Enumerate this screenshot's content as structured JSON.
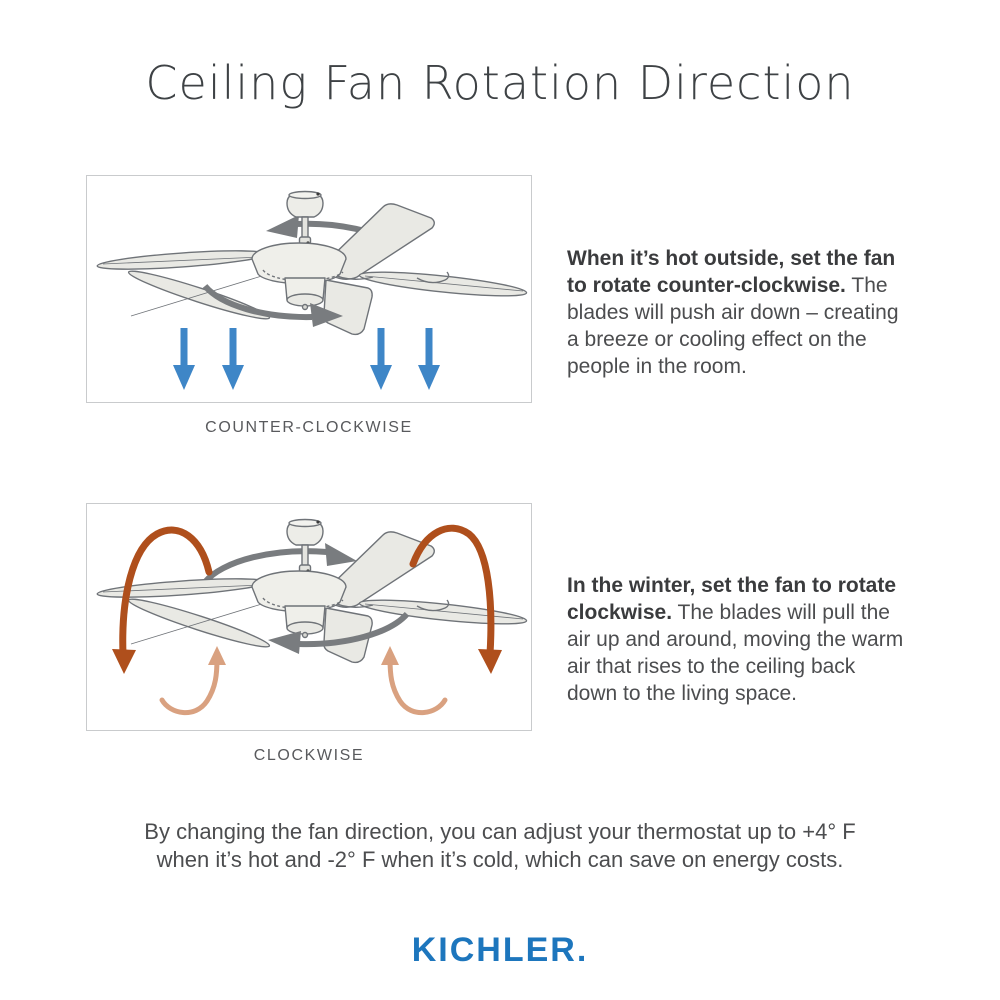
{
  "title": "Ceiling Fan Rotation Direction",
  "diagrams": [
    {
      "label": "COUNTER-CLOCKWISE",
      "heading": "When it’s hot outside, set the fan to rotate counter-clockwise.",
      "body": " The blades will push air down – creating a breeze or cooling effect on the people in the room."
    },
    {
      "label": "CLOCKWISE",
      "heading": "In the winter, set the fan to rotate clockwise.",
      "body": " The blades will pull the air up and around, moving the warm air that rises to the ceiling back down to the living space."
    }
  ],
  "footer": {
    "note": "By changing the fan direction, you can adjust your thermostat up to +4° F\nwhen it’s hot and -2° F when it’s cold, which can save on energy costs.",
    "brand": "KICHLER."
  },
  "icons": {
    "fan": "ceiling-fan-illustration",
    "rotation_arrow": "rotation-ellipse-arrow",
    "cool_airflow": "airflow-down-arrow",
    "warm_air_outer": "arched-down-arrow",
    "warm_air_inner": "curved-up-arrow"
  },
  "colors": {
    "brand_blue": "#1D76BD",
    "cool_air_blue": "#3E86C7",
    "rotation_gray": "#797C7F",
    "warm_air_rust": "#AF4F1C",
    "warm_air_peach": "#D9A180",
    "text_dark": "#3E4245"
  }
}
